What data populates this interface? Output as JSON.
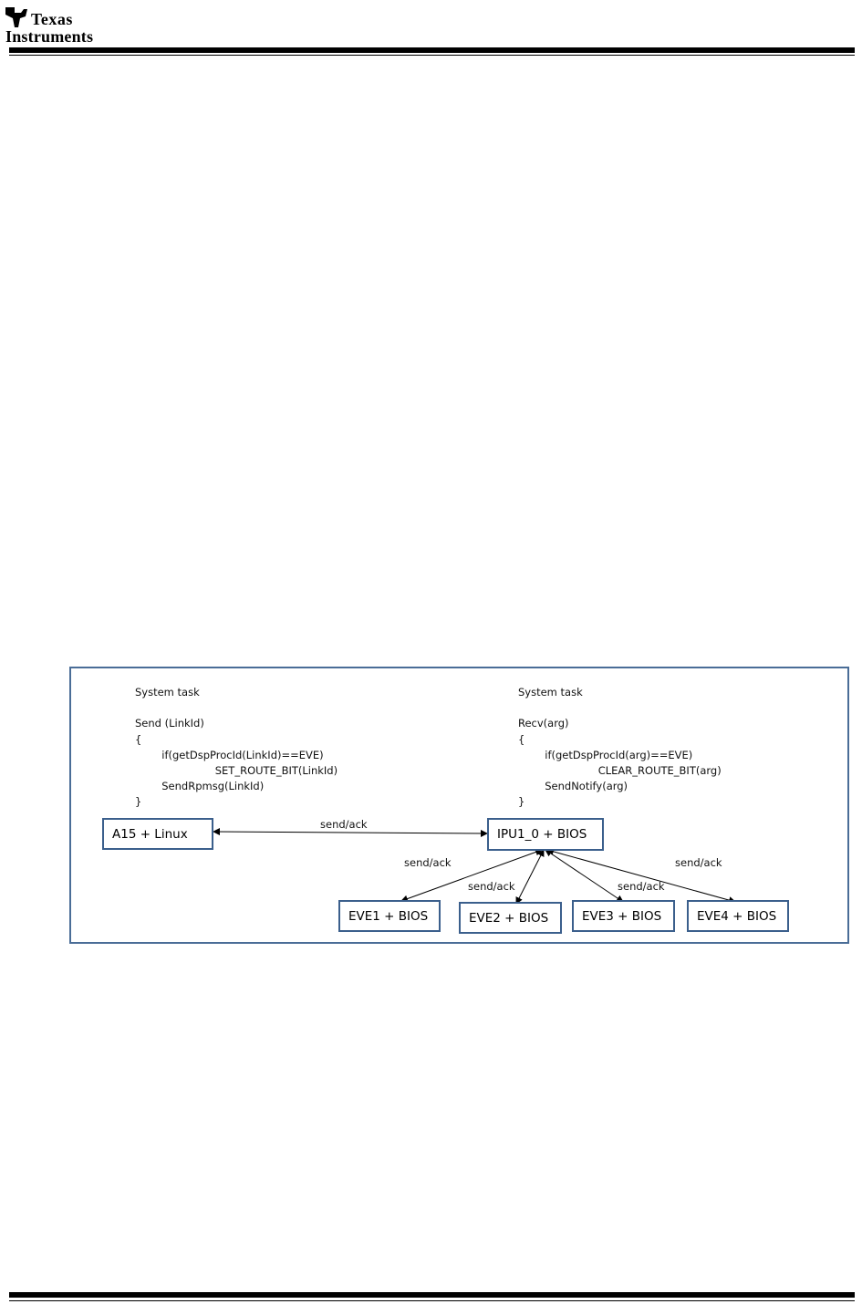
{
  "header": {
    "logo_line1": "Texas",
    "logo_line2": "Instruments"
  },
  "diagram": {
    "left_code": [
      "System task",
      "",
      "Send (LinkId)",
      "{",
      "        if(getDspProcId(LinkId)==EVE)",
      "                        SET_ROUTE_BIT(LinkId)",
      "        SendRpmsg(LinkId)",
      "}"
    ],
    "right_code": [
      "System task",
      "",
      "Recv(arg)",
      "{",
      "        if(getDspProcId(arg)==EVE)",
      "                        CLEAR_ROUTE_BIT(arg)",
      "        SendNotify(arg)",
      "}"
    ],
    "nodes": {
      "a15": "A15 + Linux",
      "ipu": "IPU1_0 + BIOS",
      "eve1": "EVE1 + BIOS",
      "eve2": "EVE2 + BIOS",
      "eve3": "EVE3 + BIOS",
      "eve4": "EVE4 + BIOS"
    },
    "edge_labels": {
      "a15_ipu": "send/ack",
      "ipu_eve1": "send/ack",
      "ipu_eve2": "send/ack",
      "ipu_eve3": "send/ack",
      "ipu_eve4": "send/ack"
    },
    "colors": {
      "frame": "#4a6d97",
      "node_border": "#3b5f8c"
    }
  }
}
